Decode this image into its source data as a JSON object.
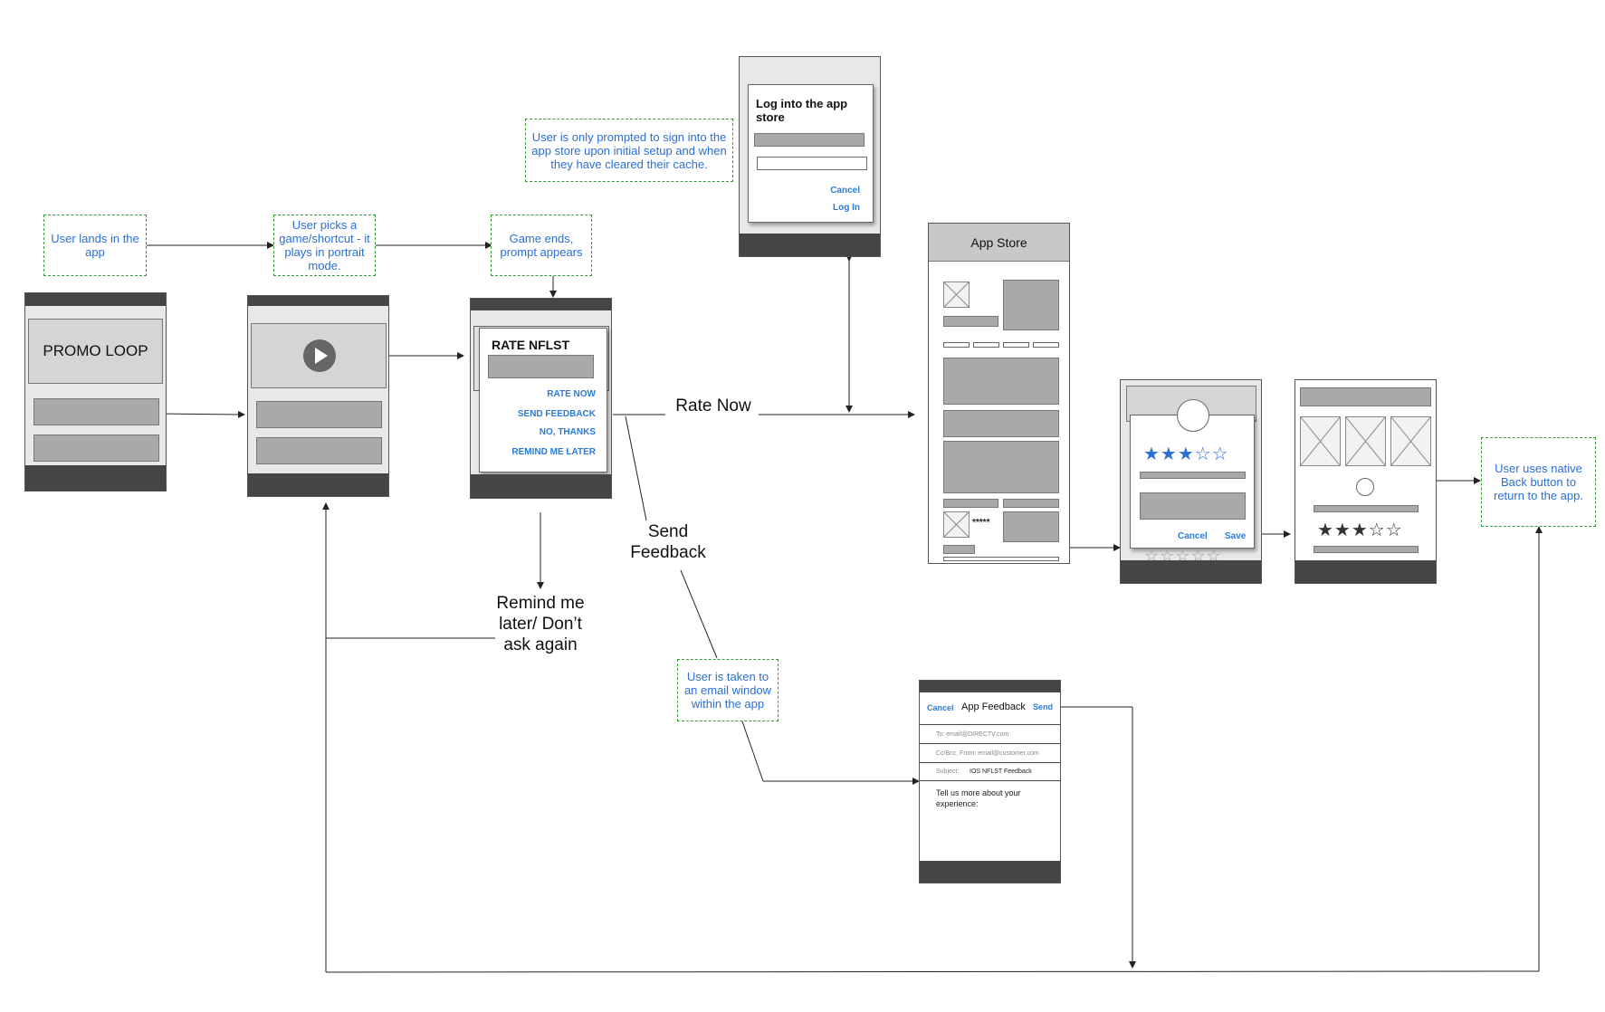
{
  "notes": {
    "user_lands": "User lands in the app",
    "user_picks": "User picks a game/shortcut - it plays in portrait mode.",
    "game_ends": "Game ends, prompt appears",
    "sign_in": "User is only prompted to sign into the app store upon initial setup and when they have cleared their cache.",
    "email_window": "User is taken to an email window within the app",
    "native_back": "User uses native Back button to return to the app."
  },
  "promo": {
    "label": "PROMO LOOP"
  },
  "prompt": {
    "title": "RATE NFLST",
    "rate_now": "RATE NOW",
    "send_feedback": "SEND FEEDBACK",
    "no_thanks": "NO, THANKS",
    "remind_later": "REMIND ME LATER"
  },
  "login": {
    "title": "Log into the app store",
    "cancel": "Cancel",
    "log_in": "Log In"
  },
  "appstore": {
    "title": "App Store",
    "rating_text": "*****"
  },
  "rating_dialog": {
    "cancel": "Cancel",
    "save": "Save",
    "stars": "★★★☆☆"
  },
  "review": {
    "stars": "★★★☆☆",
    "empty_stars": "☆☆☆☆☆"
  },
  "feedback": {
    "cancel": "Cancel",
    "title": "App Feedback",
    "send": "Send",
    "to": "To: email@DIRECTV.com",
    "cc": "Cc/Bcc, From: email@customer.com",
    "subject_label": "Subject:",
    "subject_value": "IOS NFLST Feedback",
    "body": "Tell us more about your experience:"
  },
  "flow_labels": {
    "rate_now": "Rate Now",
    "send_feedback": "Send Feedback",
    "remind_me": "Remind me later/ Don’t ask again"
  },
  "colors": {
    "note_border": "#3a9a3a",
    "note_text": "#2b6fd6",
    "link_blue": "#2b7bd6",
    "star_blue": "#2a6fd6",
    "dark_bar": "#454545"
  }
}
